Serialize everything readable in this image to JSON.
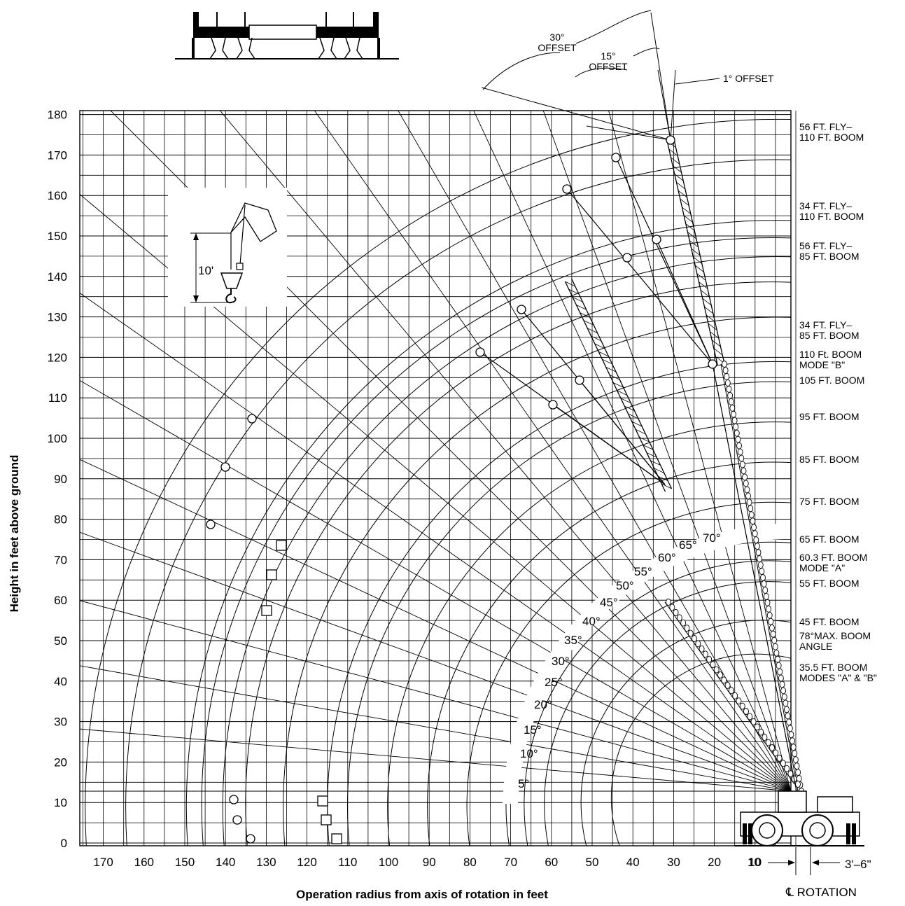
{
  "x_ticks": [
    "170",
    "160",
    "150",
    "140",
    "130",
    "120",
    "110",
    "100",
    "90",
    "80",
    "70",
    "60",
    "50",
    "40",
    "30",
    "20",
    "10"
  ],
  "y_ticks": [
    "0",
    "10",
    "20",
    "30",
    "40",
    "50",
    "60",
    "70",
    "80",
    "90",
    "100",
    "110",
    "120",
    "130",
    "140",
    "150",
    "160",
    "170",
    "180"
  ],
  "x_axis_title": "Operation radius from axis of rotation in feet",
  "y_axis_title": "Height in feet above ground",
  "boom_labels": [
    {
      "lines": [
        "56 FT. FLY–",
        "110 FT. BOOM"
      ]
    },
    {
      "lines": [
        "34 FT. FLY–",
        "110 FT. BOOM"
      ]
    },
    {
      "lines": [
        "56 FT. FLY–",
        "85 FT. BOOM"
      ]
    },
    {
      "lines": [
        "34 FT. FLY–",
        "85 FT. BOOM"
      ]
    },
    {
      "lines": [
        "110 Ft. BOOM",
        "MODE \"B\""
      ]
    },
    {
      "lines": [
        "105 FT. BOOM"
      ]
    },
    {
      "lines": [
        "95 FT. BOOM"
      ]
    },
    {
      "lines": [
        "85 FT. BOOM"
      ]
    },
    {
      "lines": [
        "75 FT. BOOM"
      ]
    },
    {
      "lines": [
        "65 FT. BOOM"
      ]
    },
    {
      "lines": [
        "60.3 FT. BOOM",
        "MODE \"A\""
      ]
    },
    {
      "lines": [
        "55 FT. BOOM"
      ]
    },
    {
      "lines": [
        "45 FT. BOOM"
      ]
    },
    {
      "lines": [
        "78°MAX. BOOM",
        "ANGLE"
      ]
    },
    {
      "lines": [
        "35.5 FT. BOOM",
        "MODES \"A\" & \"B\""
      ]
    }
  ],
  "angle_labels": [
    "5°",
    "10°",
    "15°",
    "20°",
    "25°",
    "30°",
    "35°",
    "40°",
    "45°",
    "50°",
    "55°",
    "60°",
    "65°",
    "70°"
  ],
  "offsets": [
    {
      "lines": [
        "30°",
        "OFFSET"
      ]
    },
    {
      "lines": [
        "15°",
        "OFFSET"
      ]
    },
    {
      "lines": [
        "1° OFFSET"
      ]
    }
  ],
  "inset_label": "10'",
  "rotation": {
    "tail": "3'–6\"",
    "ten": "10",
    "cl": "℄ ROTATION"
  }
}
